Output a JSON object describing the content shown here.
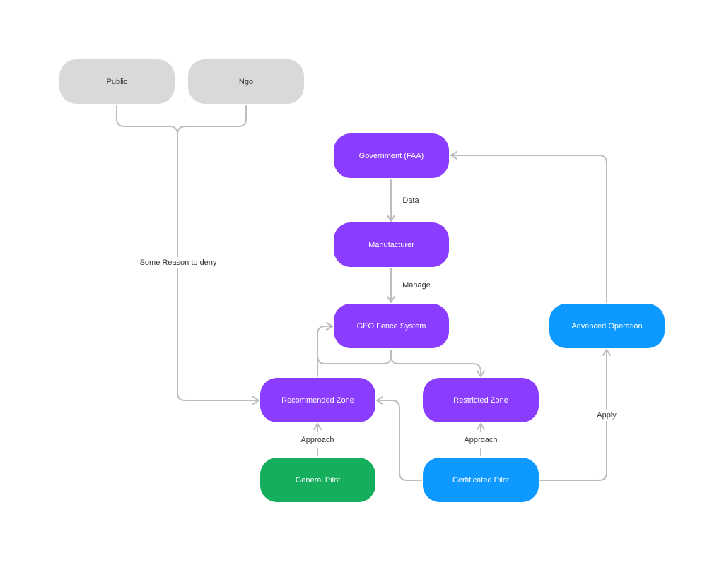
{
  "nodes": {
    "public": "Public",
    "ngo": "Ngo",
    "government": "Government (FAA)",
    "manufacturer": "Manufacturer",
    "geo_fence": "GEO Fence System",
    "advanced_operation": "Advanced Operation",
    "recommended_zone": "Recommended Zone",
    "restricted_zone": "Restricted Zone",
    "general_pilot": "General Pilot",
    "certificated_pilot": "Certificated Pilot"
  },
  "edge_labels": {
    "some_reason": "Some Reason to deny",
    "data": "Data",
    "manage": "Manage",
    "approach_general": "Approach",
    "approach_certificated": "Approach",
    "apply": "Apply"
  },
  "colors": {
    "stakeholder": "#d9d9d9",
    "system": "#8b3dff",
    "operation": "#0d99ff",
    "pilot_general": "#14ae5c",
    "connector": "#bdbdbd"
  }
}
